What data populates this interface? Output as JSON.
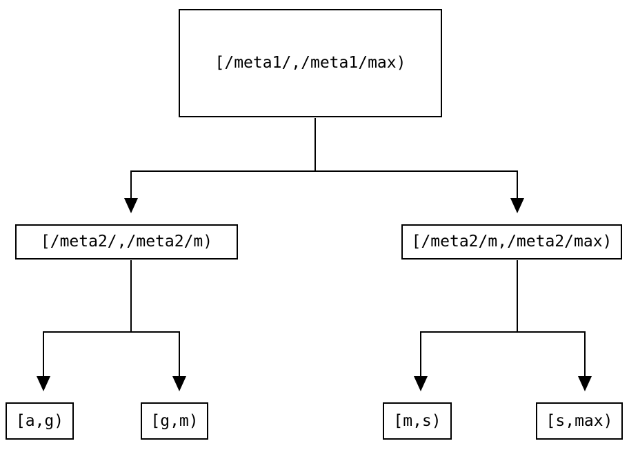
{
  "diagram": {
    "type": "binary-tree",
    "colors": {
      "background": "#ffffff",
      "line": "#000000",
      "box_border": "#000000",
      "text": "#000000"
    },
    "tree": {
      "root": {
        "label": "[/meta1/,/meta1/max)"
      },
      "children": [
        {
          "label": "[/meta2/,/meta2/m)",
          "children": [
            {
              "label": "[a,g)"
            },
            {
              "label": "[g,m)"
            }
          ]
        },
        {
          "label": "[/meta2/m,/meta2/max)",
          "children": [
            {
              "label": "[m,s)"
            },
            {
              "label": "[s,max)"
            }
          ]
        }
      ]
    }
  }
}
